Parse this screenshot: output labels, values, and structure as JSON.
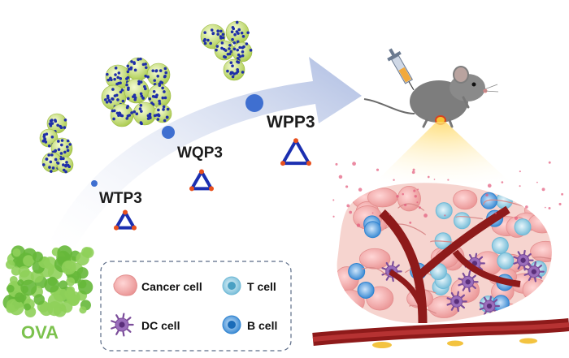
{
  "labels": {
    "wtp3": "WTP3",
    "wqp3": "WQP3",
    "wpp3": "WPP3",
    "ova": "OVA"
  },
  "legend": {
    "cancer": "Cancer cell",
    "t": "T cell",
    "dc": "DC cell",
    "b": "B cell"
  },
  "colors": {
    "arrow": "#c9d3ea",
    "dot": "#3f6fd0",
    "particle": "#d8ee8c",
    "particle_dot": "#1f2fa8",
    "triangle": "#1b2fb0",
    "triangle_tip": "#e8501d",
    "ova": "#7cc24e",
    "vessel": "#8e1a1a",
    "cancer": "#f2a6a6",
    "dc": "#7b4d9a",
    "t_cell": "#9fd3e6",
    "b_cell": "#5aa6e3"
  },
  "icons": [
    "syringe-icon",
    "mouse-icon",
    "tumor-icon"
  ]
}
